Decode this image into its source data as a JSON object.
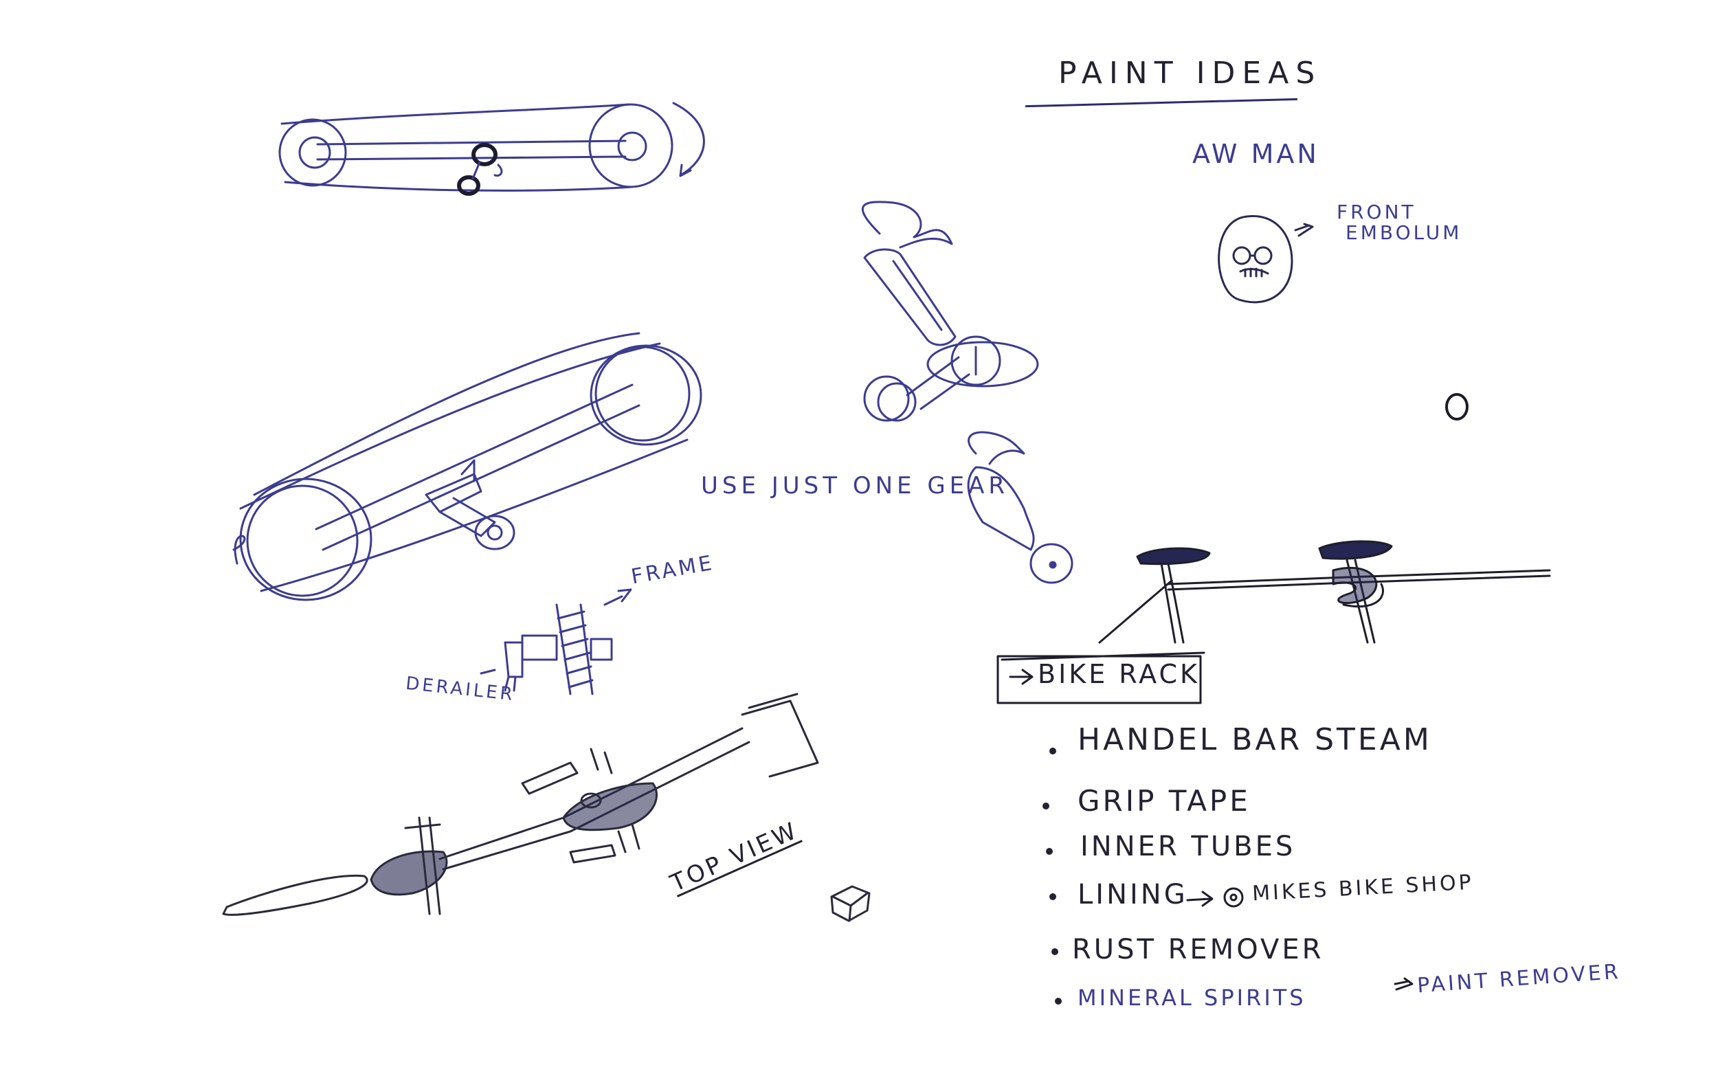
{
  "colors": {
    "paper": "#ffffff",
    "blue_ink": "#3c3c90",
    "dark_ink": "#222230",
    "shade": "#26264e"
  },
  "notes": {
    "paint_ideas": "PAINT IDEAS",
    "aw_man": "AW MAN",
    "front_embolum_1": "FRONT",
    "front_embolum_2": "EMBOLUM",
    "use_just_one_gear": "USE JUST ONE GEAR",
    "frame": "FRAME",
    "derailer": "DERAILER",
    "top_view": "TOP VIEW"
  },
  "bike_rack": {
    "heading": "BIKE RACK",
    "items": [
      "HANDEL BAR STEAM",
      "GRIP TAPE",
      "INNER TUBES",
      "LINING",
      "MIKES BIKE SHOP",
      "RUST REMOVER",
      "MINERAL SPIRITS",
      "PAINT REMOVER"
    ]
  }
}
